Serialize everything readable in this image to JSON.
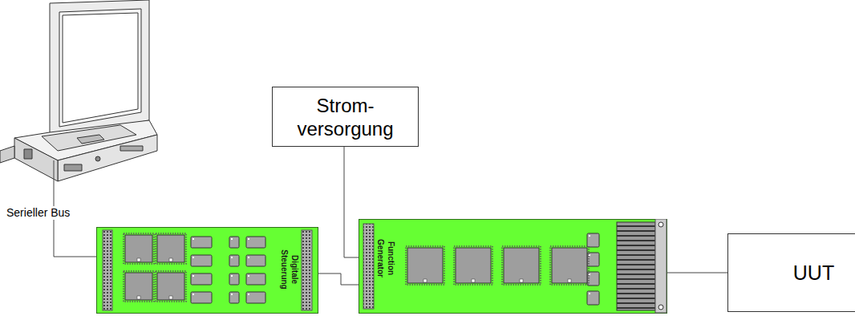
{
  "diagram": {
    "nodes": [
      {
        "text": [
          "Strom- versorgung"
        ]
      },
      {
        "text": [
          "Digitale Steuerung"
        ]
      },
      {
        "text": [
          "Function Generator"
        ]
      },
      {
        "text": [
          "UUT"
        ]
      }
    ],
    "edges": [
      {
        "from": 0,
        "to": 2,
        "arrow": "none"
      },
      {
        "from": 1,
        "to": 2,
        "arrow": "none"
      },
      {
        "from": 2,
        "to": 3,
        "arrow": "none"
      }
    ],
    "labels": [
      "Serieller Bus"
    ]
  }
}
